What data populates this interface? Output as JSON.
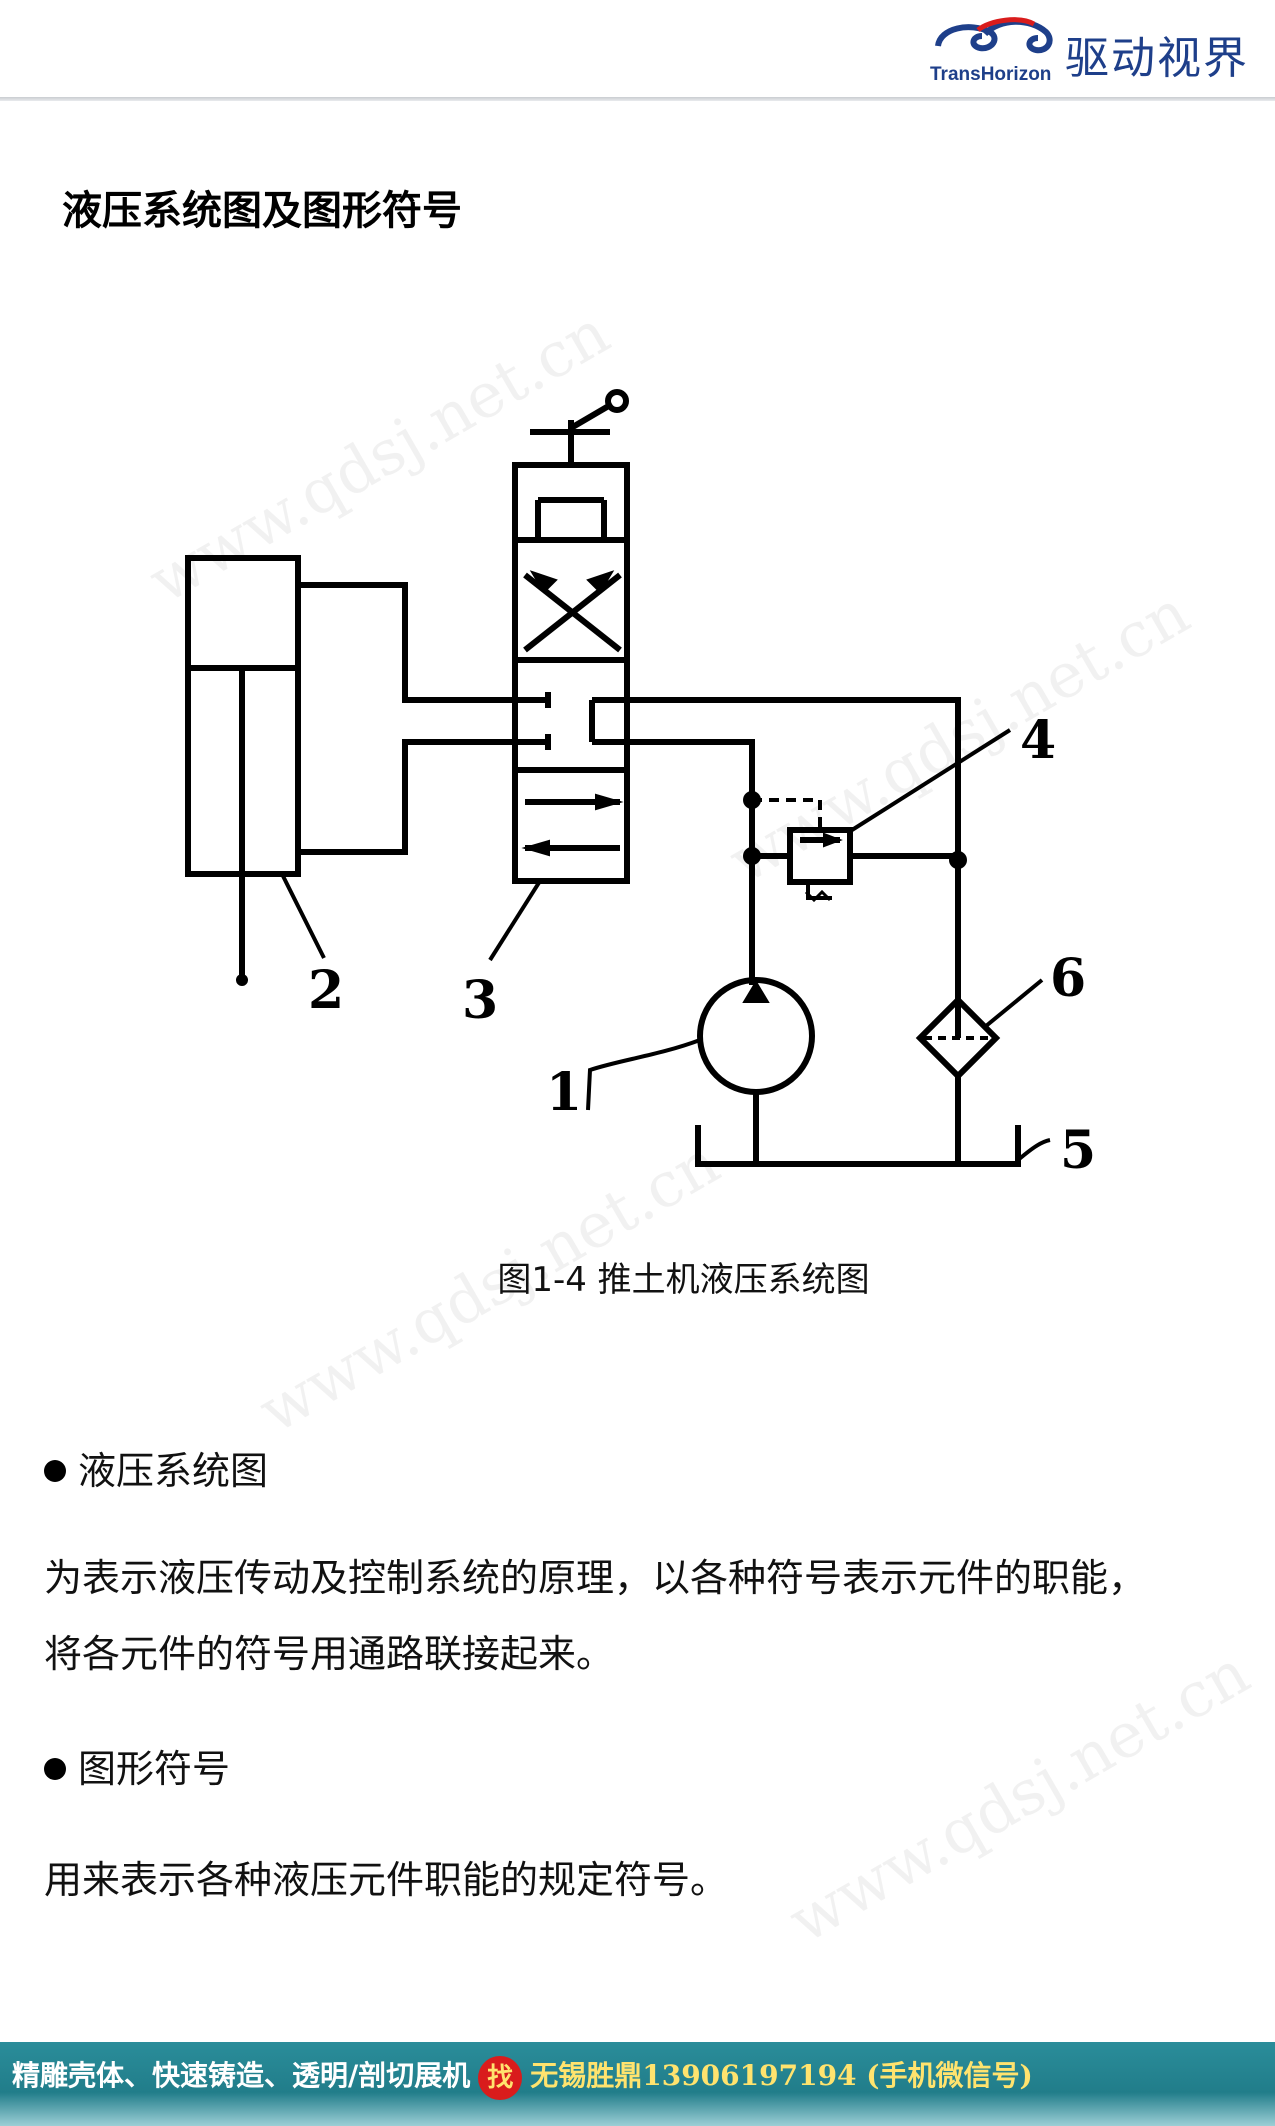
{
  "brand": {
    "name_cn": "驱动视界",
    "name_en": "TransHorizon",
    "primary_color": "#1e3f8a"
  },
  "page_title": "液压系统图及图形符号",
  "watermark": {
    "text": "www.qdsj.net.cn"
  },
  "diagram": {
    "labels": {
      "pump": "1",
      "cylinder": "2",
      "directional_valve": "3",
      "relief_valve": "4",
      "tank": "5",
      "filter": "6"
    },
    "caption": "图1-4  推土机液压系统图"
  },
  "sections": [
    {
      "heading": "液压系统图",
      "lines": [
        "为表示液压传动及控制系统的原理，以各种符号表示元件的职能，",
        "将各元件的符号用通路联接起来。"
      ]
    },
    {
      "heading": "图形符号",
      "lines": [
        "用来表示各种液压元件职能的规定符号。"
      ]
    }
  ],
  "footer": {
    "left_text": "精雕壳体、快速铸造、透明/剖切展机",
    "badge_text": "找",
    "right_text": "无锡胜鼎13906197194 (手机微信号)",
    "background_color": "#217d8a",
    "highlight_color": "#ffe36e"
  }
}
